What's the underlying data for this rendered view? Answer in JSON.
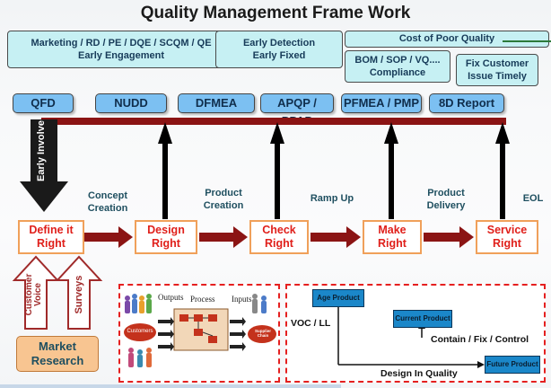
{
  "title": "Quality Management Frame Work",
  "top_row": {
    "engagement": "Marketing / RD / PE / DQE / SCQM / QE\nEarly Engagement",
    "detection": "Early Detection\nEarly Fixed",
    "copq": "Cost of Poor Quality",
    "bom": "BOM / SOP / VQ....\nCompliance",
    "fix_customer": "Fix Customer\nIssue Timely"
  },
  "tools": [
    "QFD",
    "NUDD",
    "DFMEA",
    "APQP / PPAP",
    "PFMEA / PMP",
    "8D Report"
  ],
  "early_involve": "Early Involve",
  "phases": [
    "Concept\nCreation",
    "Product\nCreation",
    "Ramp Up",
    "Product\nDelivery",
    "EOL"
  ],
  "stages": [
    "Define it\nRight",
    "Design\nRight",
    "Check\nRight",
    "Make\nRight",
    "Service\nRight"
  ],
  "inputs": {
    "customer_voice": "Customer\nVoice",
    "surveys": "Surveys"
  },
  "market_research": "Market\nResearch",
  "process_panel": {
    "outputs": "Outputs",
    "process": "Process",
    "inputs": "Inputs",
    "customers": "Customers",
    "supplier_chain": "Supplier Chain"
  },
  "lifecycle": {
    "age_product": "Age Product",
    "voc_ll": "VOC / LL",
    "current_product": "Current Product",
    "contain": "Contain / Fix / Control",
    "design_in_quality": "Design In Quality",
    "future_product": "Future Product"
  },
  "colors": {
    "stage_text": "#e0201b",
    "tool_fill": "#7cc0f2",
    "top_fill": "#c6f0f3",
    "dark_red": "#8b1414"
  }
}
